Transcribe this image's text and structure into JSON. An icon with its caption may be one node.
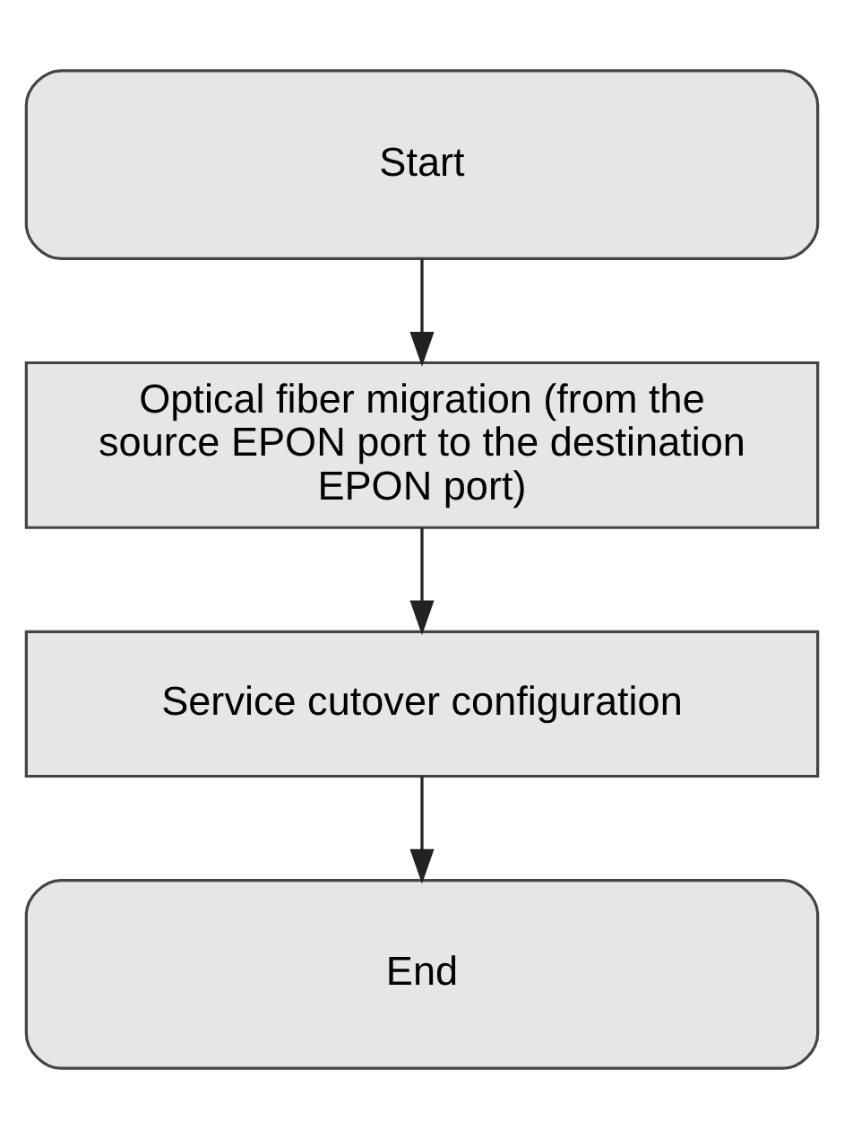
{
  "diagram": {
    "nodes": [
      {
        "text": [
          "Start"
        ]
      },
      {
        "text": [
          "Optical fiber migration (from the source EPON port to the destination EPON port)"
        ]
      },
      {
        "text": [
          "Service cutover configuration"
        ]
      },
      {
        "text": [
          "End"
        ]
      }
    ],
    "edges": [
      {
        "from": 0,
        "to": 1,
        "arrow": "to"
      },
      {
        "from": 1,
        "to": 2,
        "arrow": "to"
      },
      {
        "from": 2,
        "to": 3,
        "arrow": "to"
      }
    ]
  }
}
